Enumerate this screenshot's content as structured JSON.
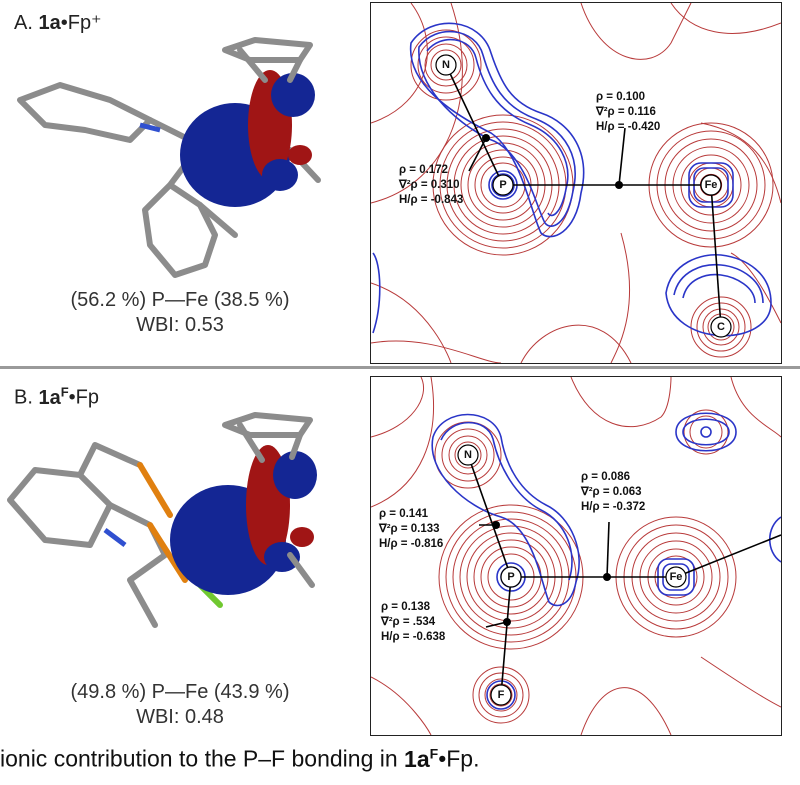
{
  "panelA": {
    "letter": "A.",
    "compound": "1a",
    "suffix": "•Fp⁺",
    "caption_line1": "(56.2 %) P—Fe (38.5 %)",
    "caption_line2": "WBI: 0.53",
    "map": {
      "atoms": {
        "n": "N",
        "p": "P",
        "fe": "Fe",
        "c": "C"
      },
      "pn_bcp": {
        "rho": "ρ = 0.172",
        "lap": "∇²ρ = 0.310",
        "h": "H/ρ = -0.843"
      },
      "pfe_bcp": {
        "rho": "ρ = 0.100",
        "lap": "∇²ρ = 0.116",
        "h": "H/ρ = -0.420"
      }
    }
  },
  "panelB": {
    "letter": "B.",
    "compound": "1a",
    "compound_sup": "F",
    "suffix": "•Fp",
    "caption_line1": "(49.8 %) P—Fe (43.9 %)",
    "caption_line2": "WBI: 0.48",
    "map": {
      "atoms": {
        "n": "N",
        "p": "P",
        "fe": "Fe",
        "f": "F"
      },
      "pn_bcp": {
        "rho": "ρ = 0.141",
        "lap": "∇²ρ = 0.133",
        "h": "H/ρ = -0.816"
      },
      "pfe_bcp": {
        "rho": "ρ = 0.086",
        "lap": "∇²ρ = 0.063",
        "h": "H/ρ = -0.372"
      },
      "pf_bcp": {
        "rho": "ρ = 0.138",
        "lap": "∇²ρ = .534",
        "h": "H/ρ = -0.638"
      }
    }
  },
  "footer": {
    "text_before": "ionic contribution to the P–F bonding in ",
    "compound": "1a",
    "compound_sup": "F",
    "text_after": "•Fp."
  },
  "colors": {
    "lobe_blue": "#1a2a9a",
    "lobe_red": "#a01515",
    "contour_red": "#b83a3a",
    "contour_blue": "#2a35c8",
    "bond_grey": "#8c8c8c"
  }
}
